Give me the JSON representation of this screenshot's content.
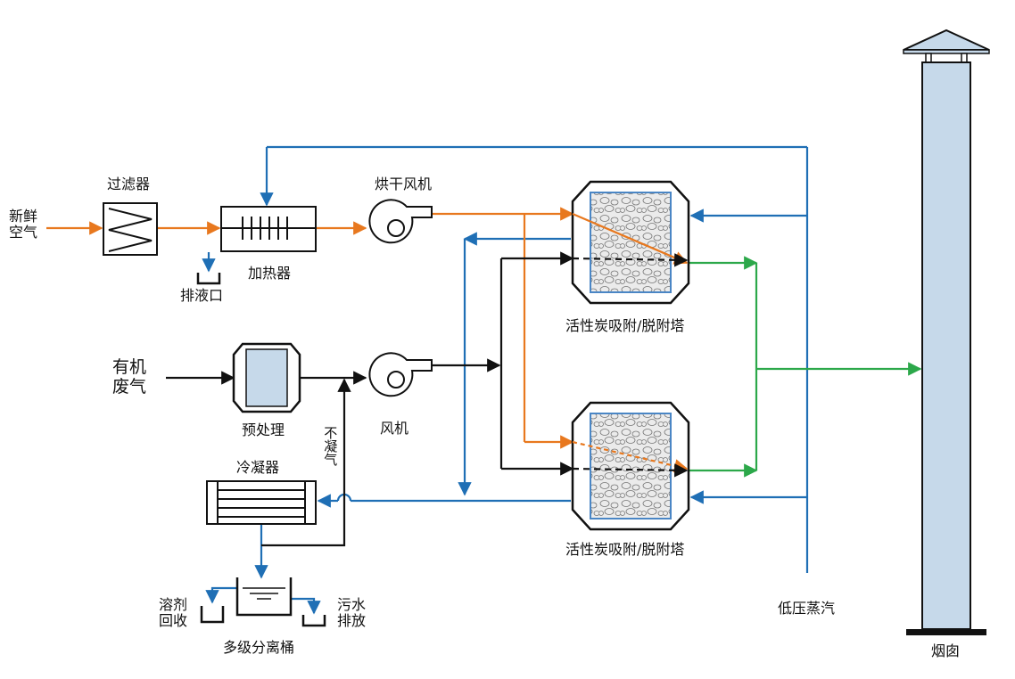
{
  "labels": {
    "fresh_air": [
      "新鲜",
      "空气"
    ],
    "filter": "过滤器",
    "heater": "加热器",
    "drain": "排液口",
    "drying_fan": "烘干风机",
    "organic_waste_gas": [
      "有机",
      "废气"
    ],
    "pretreatment": "预处理",
    "fan": "风机",
    "noncondensable_gas": "不凝气",
    "condenser": "冷凝器",
    "tower_top": "活性炭吸附/脱附塔",
    "tower_bottom": "活性炭吸附/脱附塔",
    "solvent_recovery": [
      "溶剂",
      "回收"
    ],
    "sewage_discharge": [
      "污水",
      "排放"
    ],
    "separator": "多级分离桶",
    "low_pressure_steam": "低压蒸汽",
    "chimney": "烟囱"
  },
  "colors": {
    "air_line": "#e8781e",
    "steam_line": "#1f6fb5",
    "clean_gas_line": "#2ca84a",
    "waste_gas_line": "#111111",
    "equipment_fill": "#c6d9ea",
    "carbon_fill": "#e8e8e8"
  }
}
